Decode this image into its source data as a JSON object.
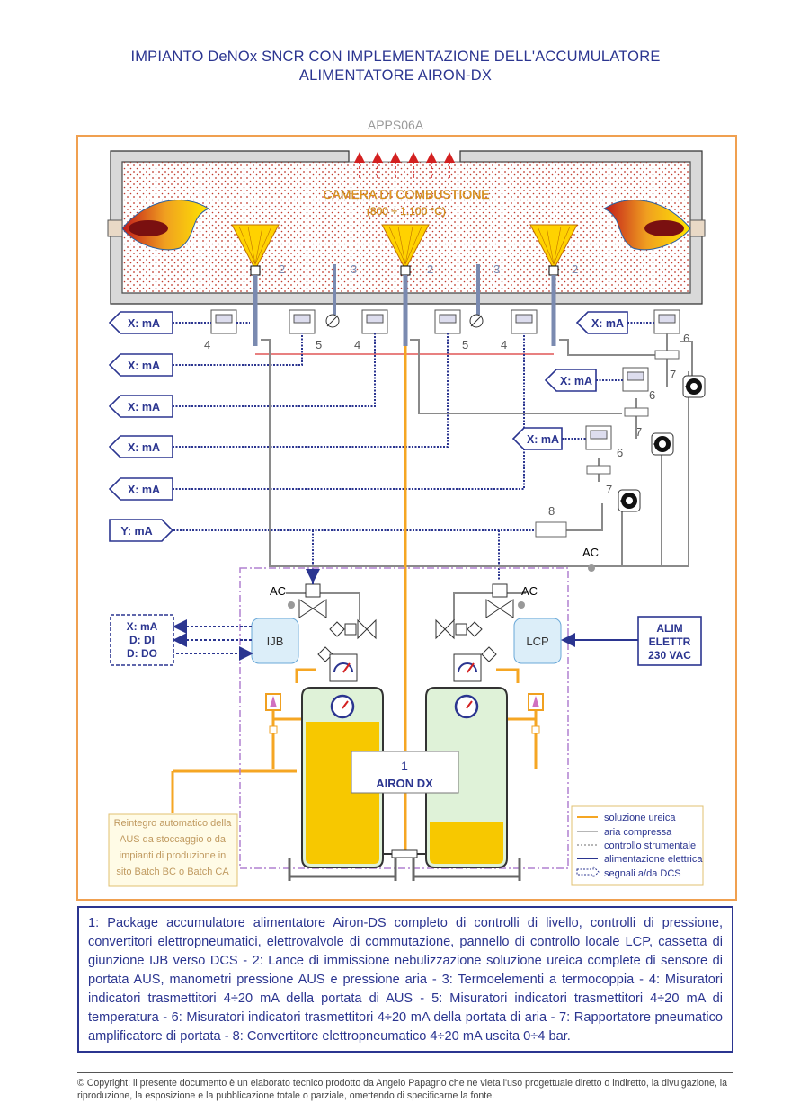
{
  "header": {
    "title_line1": "IMPIANTO DeNOx SNCR CON IMPLEMENTAZIONE DELL'ACCUMULATORE",
    "title_line2": "ALIMENTATORE AIRON-DX",
    "code": "APPS06A"
  },
  "diagram": {
    "chamber_label": "CAMERA DI COMBUSTIONE",
    "chamber_temp": "(800 ÷ 1.100 °C)",
    "lance_number": "2",
    "thermocouple_number": "3",
    "flowmeter_aus_number": "4",
    "temp_meter_number": "5",
    "air_flow_number": "6",
    "ratio_relay_number": "7",
    "converter_number": "8",
    "signals_left": [
      "X: mA",
      "X: mA",
      "X: mA",
      "X: mA",
      "X: mA"
    ],
    "signals_right": [
      "X: mA",
      "X: mA",
      "X: mA"
    ],
    "signal_y": "Y: mA",
    "ac_label": "AC",
    "ijb_label": "IJB",
    "lcp_label": "LCP",
    "dcs_signals": [
      "X: mA",
      "D: DI",
      "D: DO"
    ],
    "power_label": [
      "ALIM",
      "ELETTR",
      "230 VAC"
    ],
    "package_number": "1",
    "package_name": "AIRON DX",
    "refill_note": [
      "Reintegro automatico della",
      "AUS da stoccaggio o da",
      "impianti di produzione in",
      "sito Batch BC o Batch CA"
    ],
    "legend": [
      {
        "label": "soluzione ureica",
        "color": "#f5a623"
      },
      {
        "label": "aria compressa",
        "color": "#9e9e9e"
      },
      {
        "label": "controllo strumentale",
        "color": "#9e9e9e"
      },
      {
        "label": "alimentazione elettrica",
        "color": "#2b3590"
      },
      {
        "label": "segnali a/da DCS",
        "color": "#2b3590"
      }
    ]
  },
  "description": "1: Package accumulatore alimentatore Airon-DS completo di controlli di livello, controlli di pressione, convertitori elettropneumatici, elettrovalvole di commutazione, pannello di controllo locale LCP, cassetta di giunzione IJB verso DCS - 2: Lance di immissione nebulizzazione soluzione ureica complete di sensore di portata AUS, manometri pressione AUS e pressione aria - 3: Termoelementi a termocoppia - 4: Misuratori indicatori trasmettitori 4÷20 mA della portata di AUS - 5: Misuratori indicatori trasmettitori 4÷20 mA di temperatura - 6: Misuratori indicatori trasmettitori 4÷20 mA della portata di aria - 7: Rapportatore pneumatico amplificatore di portata - 8: Convertitore elettropneumatico 4÷20 mA uscita 0÷4 bar.",
  "copyright": "© Copyright: il presente documento è un elaborato tecnico prodotto da Angelo Papagno che ne vieta l'uso progettuale diretto o indiretto, la divulgazione, la riproduzione, la esposizione e la pubblicazione totale o parziale, omettendo di specificarne la fonte."
}
